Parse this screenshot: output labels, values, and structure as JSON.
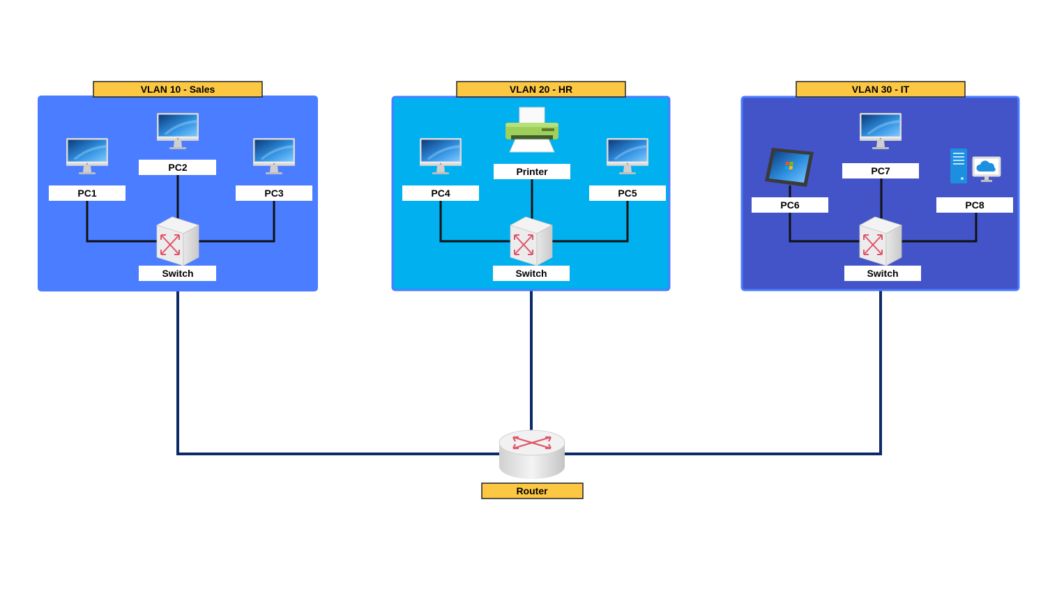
{
  "diagram": {
    "vlans": [
      {
        "title": "VLAN 10 - Sales",
        "color": "#4a7dff",
        "switch_label": "Switch",
        "devices": [
          {
            "label": "PC1",
            "icon": "monitor-icon"
          },
          {
            "label": "PC2",
            "icon": "monitor-icon"
          },
          {
            "label": "PC3",
            "icon": "monitor-icon"
          }
        ]
      },
      {
        "title": "VLAN 20 - HR",
        "color": "#00b0ef",
        "switch_label": "Switch",
        "devices": [
          {
            "label": "PC4",
            "icon": "monitor-icon"
          },
          {
            "label": "Printer",
            "icon": "printer-icon"
          },
          {
            "label": "PC5",
            "icon": "monitor-icon"
          }
        ]
      },
      {
        "title": "VLAN 30 - IT",
        "color": "#4354c9",
        "switch_label": "Switch",
        "devices": [
          {
            "label": "PC6",
            "icon": "tablet-icon"
          },
          {
            "label": "PC7",
            "icon": "monitor-icon"
          },
          {
            "label": "PC8",
            "icon": "cloud-server-icon"
          }
        ]
      }
    ],
    "router": {
      "label": "Router",
      "icon": "router-icon"
    },
    "colors": {
      "title_tag": "#fcc844",
      "trunk_link": "#0c2a66",
      "access_link": "#111111",
      "device_arrows": "#e0556a"
    }
  }
}
